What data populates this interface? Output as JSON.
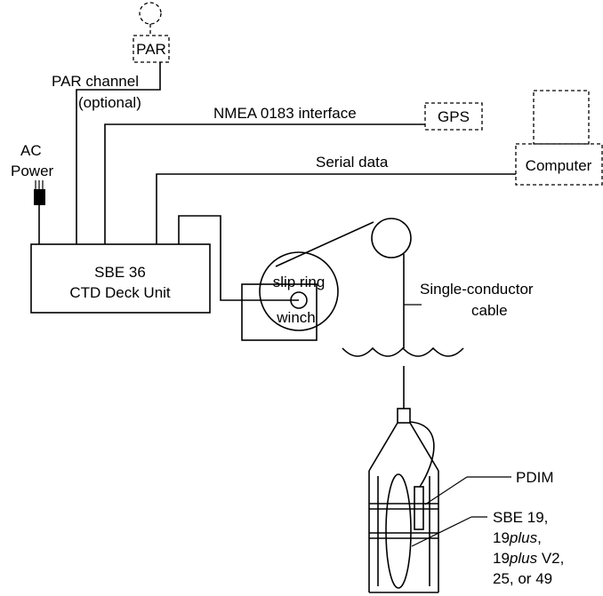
{
  "labels": {
    "par": "PAR",
    "par_channel": "PAR channel",
    "optional": "(optional)",
    "nmea": "NMEA 0183 interface",
    "gps": "GPS",
    "ac": "AC",
    "power": "Power",
    "serial": "Serial data",
    "computer": "Computer",
    "deck_line1": "SBE 36",
    "deck_line2": "CTD Deck Unit",
    "slip_ring": "slip ring",
    "winch": "winch",
    "cable_line1": "Single-conductor",
    "cable_line2": "cable",
    "pdim": "PDIM",
    "sbe_line1": "SBE 19,",
    "sbe_line2_num": "19",
    "sbe_line2_ital": "plus",
    "sbe_line2_end": ",",
    "sbe_line3_num": "19",
    "sbe_line3_ital": "plus",
    "sbe_line3_end": " V2,",
    "sbe_line4": "25, or 49"
  }
}
